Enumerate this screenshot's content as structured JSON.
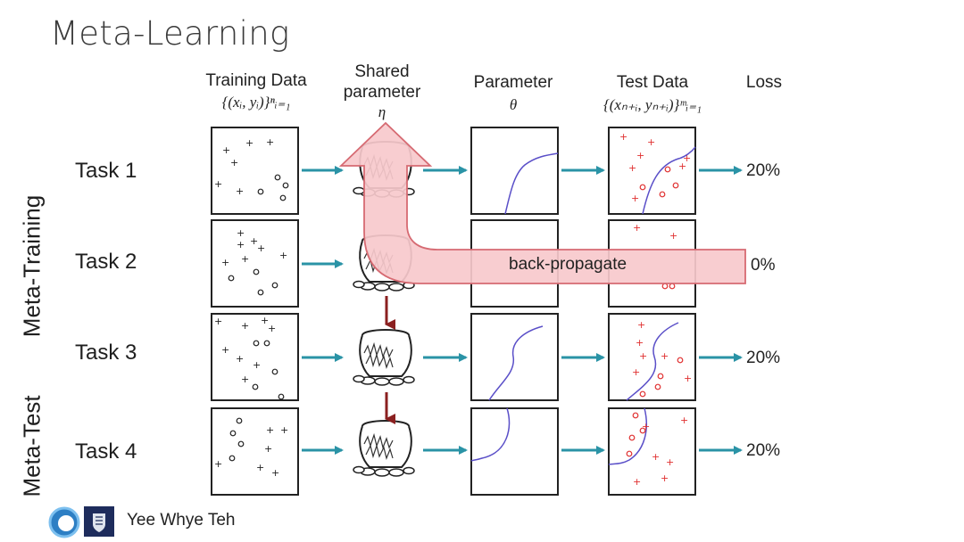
{
  "title": "Meta-Learning",
  "columns": {
    "training": {
      "label": "Training Data",
      "math": "{(xᵢ, yᵢ)}ⁿᵢ₌₁"
    },
    "shared": {
      "label_line1": "Shared",
      "label_line2": "parameter",
      "math": "η"
    },
    "parameter": {
      "label": "Parameter",
      "math": "θ"
    },
    "test": {
      "label": "Test Data",
      "math": "{(xₙ₊ᵢ, yₙ₊ᵢ)}ᵐᵢ₌₁"
    },
    "loss": {
      "label": "Loss"
    }
  },
  "tasks": [
    {
      "label": "Task 1",
      "loss": "20%"
    },
    {
      "label": "Task 2",
      "loss": "0%"
    },
    {
      "label": "Task 3",
      "loss": "20%"
    },
    {
      "label": "Task 4",
      "loss": "20%"
    }
  ],
  "phases": {
    "training": "Meta-Training",
    "test": "Meta-Test"
  },
  "backprop_label": "back-propagate",
  "author": "Yee Whye Teh",
  "colors": {
    "flow_arrow": "#2a93a6",
    "chain_arrow": "#8b2020",
    "backprop_fill": "#f7c9cc",
    "backprop_stroke": "#d66a72",
    "test_marker": "#e03030",
    "boundary": "#5a4fc8"
  },
  "icons": [
    "pot-over-fire-icon",
    "university-logo-icon",
    "blue-ring-logo-icon"
  ]
}
